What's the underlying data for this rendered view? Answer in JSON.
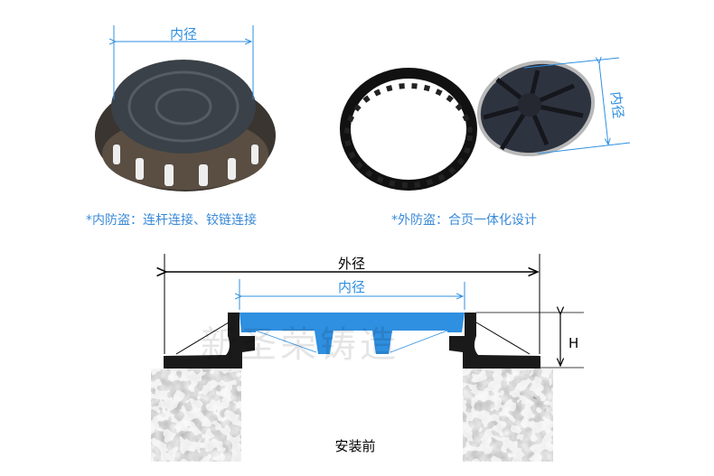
{
  "top_left": {
    "dimension_label": "内径",
    "caption": "*内防盗：连杆连接、铰链连接"
  },
  "top_right": {
    "dimension_label": "内径",
    "caption": "*外防盗：合页一体化设计"
  },
  "section": {
    "outer_label": "外径",
    "inner_label": "内径",
    "height_label": "H",
    "state_label": "安装前",
    "logo_watermark": "新圣荣铸造"
  },
  "colors": {
    "accent": "#2f8fe0",
    "frame": "#1a1a1a",
    "cover": "#2f8fe0"
  }
}
